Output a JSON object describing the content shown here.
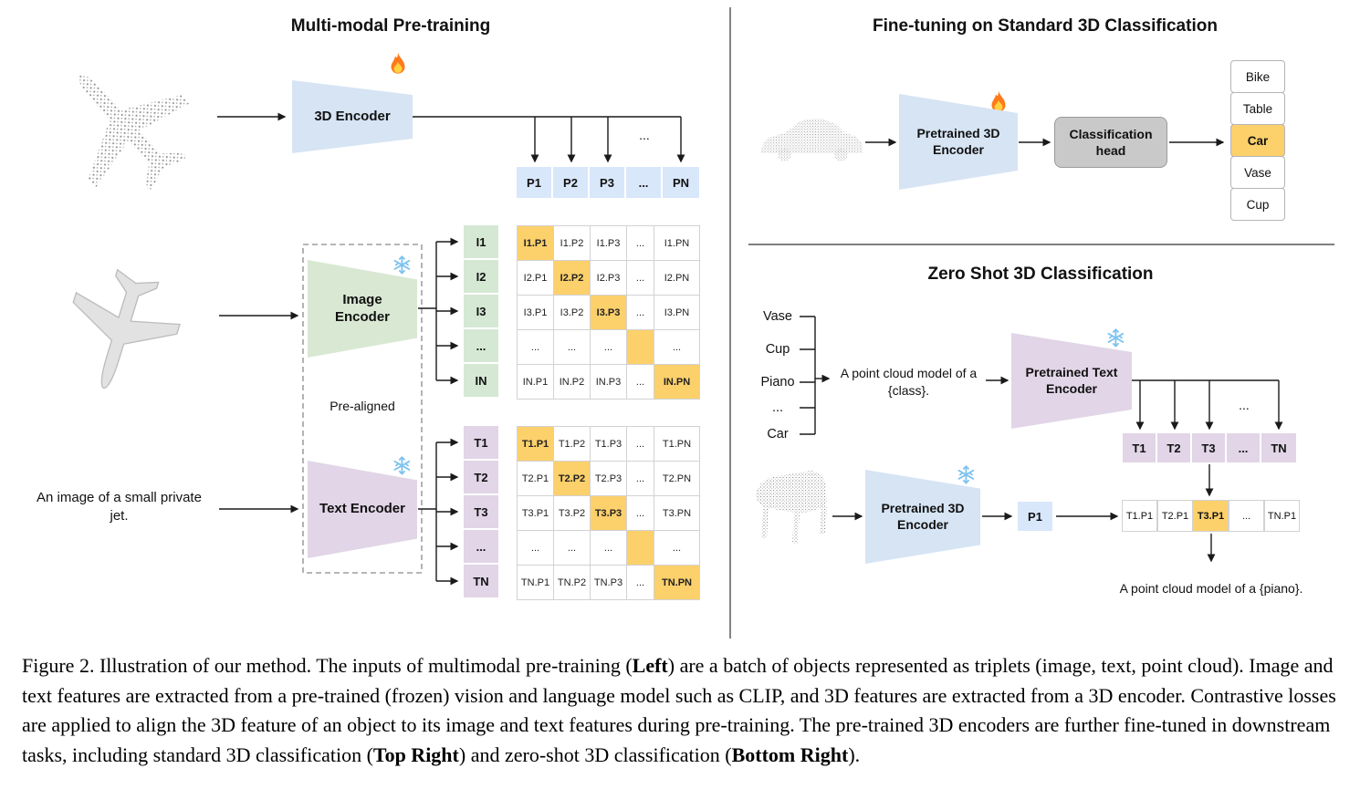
{
  "figure": {
    "left": {
      "title": "Multi-modal Pre-training",
      "encoder3d_label": "3D Encoder",
      "p_row": [
        "P1",
        "P2",
        "P3",
        "...",
        "PN"
      ],
      "row_ellipsis": "...",
      "image_encoder_label": "Image Encoder",
      "text_encoder_label": "Text Encoder",
      "pre_aligned_label": "Pre-aligned",
      "text_input": "An image of a small private jet.",
      "i_col": [
        "I1",
        "I2",
        "I3",
        "...",
        "IN"
      ],
      "t_col": [
        "T1",
        "T2",
        "T3",
        "...",
        "TN"
      ],
      "image_matrix": [
        [
          "I1.P1",
          "I1.P2",
          "I1.P3",
          "...",
          "I1.PN"
        ],
        [
          "I2.P1",
          "I2.P2",
          "I2.P3",
          "...",
          "I2.PN"
        ],
        [
          "I3.P1",
          "I3.P2",
          "I3.P3",
          "...",
          "I3.PN"
        ],
        [
          "...",
          "...",
          "...",
          "",
          "..."
        ],
        [
          "IN.P1",
          "IN.P2",
          "IN.P3",
          "...",
          "IN.PN"
        ]
      ],
      "text_matrix": [
        [
          "T1.P1",
          "T1.P2",
          "T1.P3",
          "...",
          "T1.PN"
        ],
        [
          "T2.P1",
          "T2.P2",
          "T2.P3",
          "...",
          "T2.PN"
        ],
        [
          "T3.P1",
          "T3.P2",
          "T3.P3",
          "...",
          "T3.PN"
        ],
        [
          "...",
          "...",
          "...",
          "",
          "..."
        ],
        [
          "TN.P1",
          "TN.P2",
          "TN.P3",
          "...",
          "TN.PN"
        ]
      ]
    },
    "top_right": {
      "title": "Fine-tuning on Standard 3D Classification",
      "encoder_label": "Pretrained 3D Encoder",
      "head_label": "Classification head",
      "classes": [
        "Bike",
        "Table",
        "Car",
        "Vase",
        "Cup"
      ],
      "highlighted_class": "Car"
    },
    "bottom_right": {
      "title": "Zero Shot 3D Classification",
      "candidate_classes": [
        "Vase",
        "Cup",
        "Piano",
        "...",
        "Car"
      ],
      "prompt": "A point cloud model of a {class}.",
      "text_encoder_label": "Pretrained Text Encoder",
      "t_row": [
        "T1",
        "T2",
        "T3",
        "...",
        "TN"
      ],
      "row_ellipsis": "...",
      "encoder3d_label": "Pretrained 3D Encoder",
      "p_cell": "P1",
      "result_row": [
        "T1.P1",
        "T2.P1",
        "T3.P1",
        "...",
        "TN.P1"
      ],
      "highlighted_result": "T3.P1",
      "output": "A point cloud model of a {piano}."
    }
  },
  "icons": {
    "flame": "🔥",
    "snowflake": "❄️"
  },
  "colors": {
    "highlight": "#FCD06B",
    "point_blue": "#D9E7FB",
    "image_green": "#D5E8D4",
    "text_purple": "#E1D5E7",
    "encoder_blue": "#D6E4F4",
    "head_gray": "#C9C9C9"
  },
  "caption": {
    "parts": [
      {
        "text": "Figure 2. Illustration of our method. The inputs of multimodal pre-training (",
        "bold": false
      },
      {
        "text": "Left",
        "bold": true
      },
      {
        "text": ") are a batch of objects represented as triplets (image, text, point cloud). Image and text features are extracted from a pre-trained (frozen) vision and language model such as CLIP, and 3D features are extracted from a 3D encoder. Contrastive losses are applied to align the 3D feature of an object to its image and text features during pre-training. The pre-trained 3D encoders are further fine-tuned in downstream tasks, including standard 3D classification (",
        "bold": false
      },
      {
        "text": "Top Right",
        "bold": true
      },
      {
        "text": ") and zero-shot 3D classification (",
        "bold": false
      },
      {
        "text": "Bottom Right",
        "bold": true
      },
      {
        "text": ").",
        "bold": false
      }
    ]
  }
}
